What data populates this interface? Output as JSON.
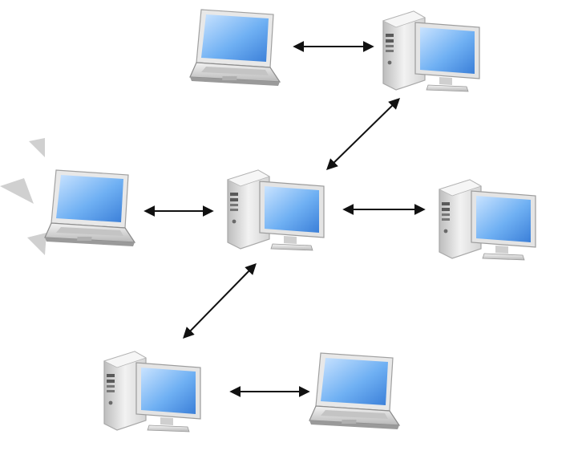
{
  "diagram": {
    "kind": "network",
    "nodes": [
      {
        "id": "laptop-top",
        "type": "laptop"
      },
      {
        "id": "desktop-top-right",
        "type": "desktop"
      },
      {
        "id": "laptop-left",
        "type": "laptop"
      },
      {
        "id": "desktop-center",
        "type": "desktop"
      },
      {
        "id": "desktop-right",
        "type": "desktop"
      },
      {
        "id": "desktop-bottom-left",
        "type": "desktop"
      },
      {
        "id": "laptop-bottom-right",
        "type": "laptop"
      }
    ],
    "edges": [
      {
        "from": "laptop-top",
        "to": "desktop-top-right",
        "direction": "both"
      },
      {
        "from": "desktop-center",
        "to": "desktop-top-right",
        "direction": "both"
      },
      {
        "from": "laptop-left",
        "to": "desktop-center",
        "direction": "both"
      },
      {
        "from": "desktop-center",
        "to": "desktop-right",
        "direction": "both"
      },
      {
        "from": "desktop-center",
        "to": "desktop-bottom-left",
        "direction": "both"
      },
      {
        "from": "desktop-bottom-left",
        "to": "laptop-bottom-right",
        "direction": "both"
      }
    ]
  },
  "colors": {
    "screen": "#4a8fe0",
    "case": "#d8d8d8",
    "laptop_body": "#9a9a9a",
    "arrow": "#111111",
    "watermark": "#cfcfcf"
  }
}
